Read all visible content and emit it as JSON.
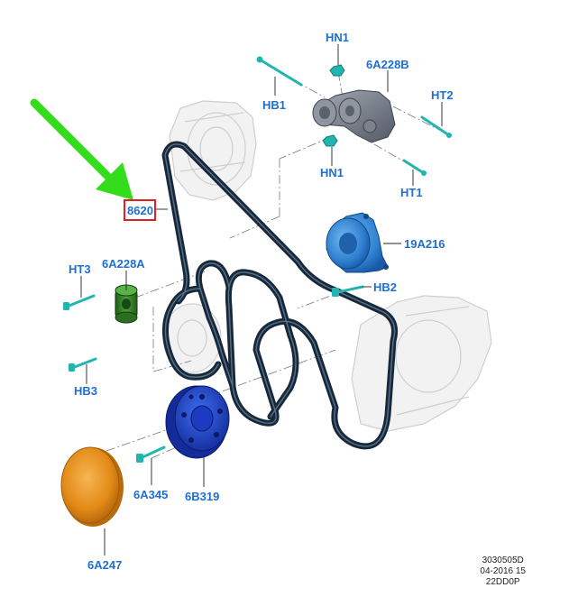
{
  "labels": {
    "hn1_top": "HN1",
    "p6a228b": "6A228B",
    "hb1": "HB1",
    "ht2": "HT2",
    "hn1_bottom": "HN1",
    "ht1": "HT1",
    "belt_8620": "8620",
    "p19a216": "19A216",
    "ht3": "HT3",
    "p6a228a": "6A228A",
    "hb2": "HB2",
    "hb3": "HB3",
    "p6a345": "6A345",
    "p6b319": "6B319",
    "p6a247": "6A247"
  },
  "stamp": {
    "line1": "3030505D",
    "line2": "04-2016 15",
    "line3": "22DD0P"
  },
  "colors": {
    "label_blue": "#1f6fd1",
    "arrow_green": "#33dd1c",
    "highlight_red": "#e02020",
    "belt": "#16293c",
    "bolt_teal": "#22b5b0",
    "pulley_blue": "#1d3fc4",
    "pump_blue": "#2f7fd0",
    "damper_orange": "#e28a17",
    "idler_green": "#2d7a22",
    "tensioner_grey": "#6e7480"
  }
}
